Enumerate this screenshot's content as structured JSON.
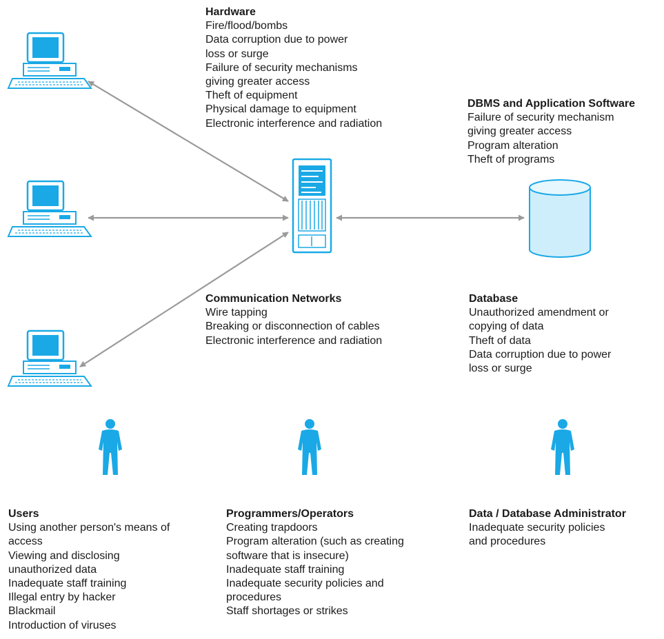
{
  "colors": {
    "accent": "#1aa9e6",
    "arrow": "#9a9a9a",
    "text": "#1a1a1a"
  },
  "icons": {
    "computers": [
      "computer-icon",
      "computer-icon",
      "computer-icon"
    ],
    "server": "server-icon",
    "database": "database-cylinder-icon",
    "people": [
      "person-icon",
      "person-icon",
      "person-icon"
    ]
  },
  "hardware": {
    "title": "Hardware",
    "items": [
      "Fire/flood/bombs",
      "Data corruption due to power",
      "loss or surge",
      "Failure of security mechanisms",
      "giving greater access",
      "Theft of equipment",
      "Physical damage to equipment",
      "Electronic interference and radiation"
    ]
  },
  "dbms": {
    "title": "DBMS and Application Software",
    "items": [
      "Failure of security mechanism",
      "giving greater access",
      "Program alteration",
      "Theft of programs"
    ]
  },
  "communication": {
    "title": "Communication Networks",
    "items": [
      "Wire tapping",
      "Breaking or disconnection of cables",
      "Electronic interference and radiation"
    ]
  },
  "database": {
    "title": "Database",
    "items": [
      "Unauthorized amendment or",
      "copying of data",
      "Theft of data",
      "Data corruption due to power",
      "loss or surge"
    ]
  },
  "users": {
    "title": "Users",
    "items": [
      "Using another person's means of",
      "access",
      "Viewing and disclosing",
      "unauthorized data",
      "Inadequate staff training",
      "Illegal entry by hacker",
      "Blackmail",
      "Introduction of viruses"
    ]
  },
  "programmers": {
    "title": "Programmers/Operators",
    "items": [
      "Creating trapdoors",
      "Program alteration (such as creating",
      "software that is insecure)",
      "Inadequate staff training",
      "Inadequate security policies and",
      "procedures",
      "Staff shortages or strikes"
    ]
  },
  "administrator": {
    "title": "Data / Database Administrator",
    "items": [
      "Inadequate security policies",
      "and procedures"
    ]
  }
}
